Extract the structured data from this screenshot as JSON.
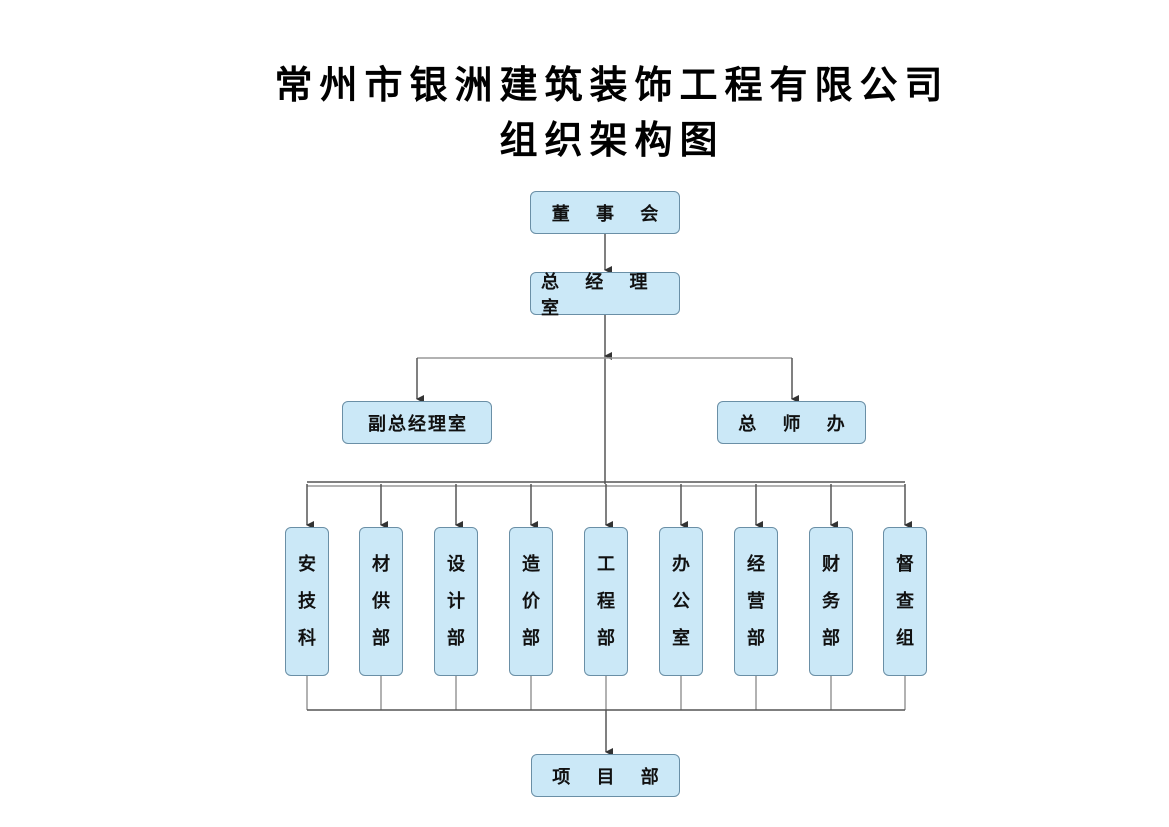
{
  "title": {
    "line1": "常州市银洲建筑装饰工程有限公司",
    "line2": "组织架构图"
  },
  "nodes": {
    "board": "董 事 会",
    "gm_office": "总 经 理 室",
    "deputy_gm_office": "副总经理室",
    "chief_engineer_office": "总 师 办",
    "project_dept": "项 目 部"
  },
  "departments": [
    {
      "chars": [
        "安",
        "技",
        "科"
      ]
    },
    {
      "chars": [
        "材",
        "供",
        "部"
      ]
    },
    {
      "chars": [
        "设",
        "计",
        "部"
      ]
    },
    {
      "chars": [
        "造",
        "价",
        "部"
      ]
    },
    {
      "chars": [
        "工",
        "程",
        "部"
      ]
    },
    {
      "chars": [
        "办",
        "公",
        "室"
      ]
    },
    {
      "chars": [
        "经",
        "营",
        "部"
      ]
    },
    {
      "chars": [
        "财",
        "务",
        "部"
      ]
    },
    {
      "chars": [
        "督",
        "查",
        "组"
      ]
    }
  ],
  "colors": {
    "box_fill": "#cbe8f7",
    "box_border": "#6a8fa6",
    "connector": "#555555",
    "light_connector": "#999999"
  }
}
